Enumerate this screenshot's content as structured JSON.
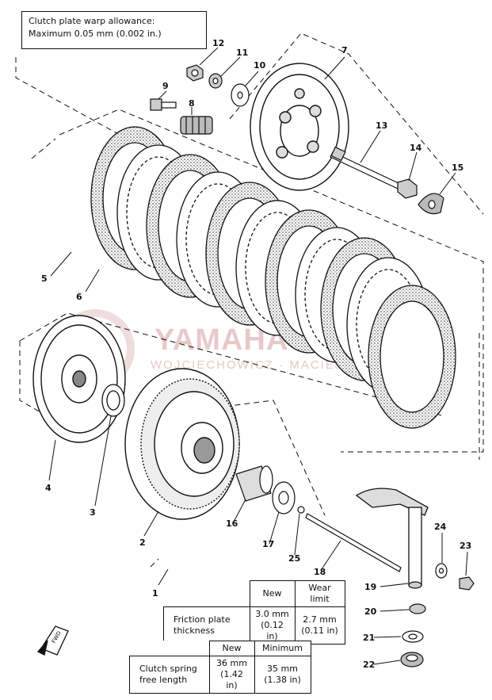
{
  "note": {
    "line1": "Clutch plate warp allowance:",
    "line2": "Maximum 0.05 mm (0.002 in.)"
  },
  "watermark": {
    "line1": "YAMAHA-HEBEL",
    "line2": "WOJCIECHOWICZ · MACIEJ · ANNA"
  },
  "fwd_label": "FWD",
  "callouts": [
    "1",
    "2",
    "3",
    "4",
    "5",
    "6",
    "7",
    "8",
    "9",
    "10",
    "11",
    "12",
    "13",
    "14",
    "15",
    "16",
    "17",
    "18",
    "19",
    "20",
    "21",
    "22",
    "23",
    "24",
    "25"
  ],
  "friction_table": {
    "col_new": "New",
    "col_limit_l1": "Wear",
    "col_limit_l2": "limit",
    "row_label_l1": "Friction plate",
    "row_label_l2": "thickness",
    "new_l1": "3.0 mm",
    "new_l2": "(0.12 in)",
    "limit_l1": "2.7   mm",
    "limit_l2": "(0.11  in)"
  },
  "spring_table": {
    "col_new": "New",
    "col_min": "Minimum",
    "row_label_l1": "Clutch spring",
    "row_label_l2": "free length",
    "new_l1": "36 mm",
    "new_l2": "(1.42 in)",
    "min_l1": "35 mm",
    "min_l2": "(1.38 in)"
  }
}
